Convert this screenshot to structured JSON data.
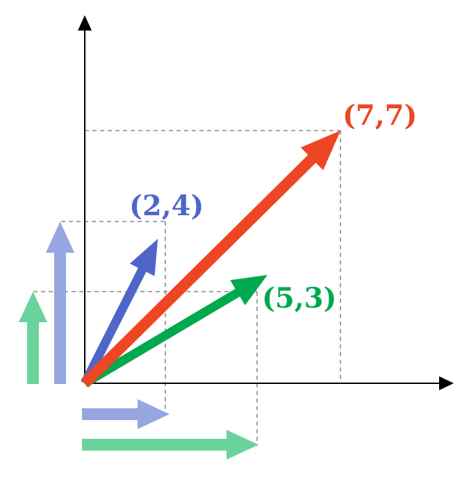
{
  "colors": {
    "blue": "#4f66c8",
    "green": "#00a94f",
    "red": "#ee4523",
    "light_blue": "#97a6e0",
    "light_green": "#6ad39b",
    "axis": "#000000",
    "guide": "#888888"
  },
  "vectors": [
    {
      "id": "blue",
      "label": "(2,4)",
      "x": 2,
      "y": 4
    },
    {
      "id": "green",
      "label": "(5,3)",
      "x": 5,
      "y": 3
    },
    {
      "id": "red",
      "label": "(7,7)",
      "x": 7,
      "y": 7
    }
  ]
}
